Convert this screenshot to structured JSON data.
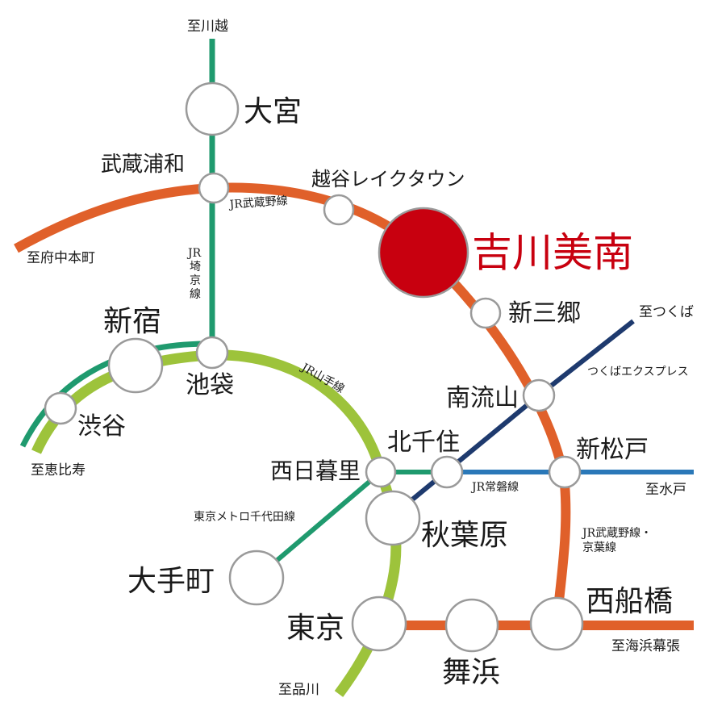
{
  "colors": {
    "saikyo": "#1f9a6e",
    "yamanote": "#9dc33b",
    "musashino": "#e0602a",
    "tx": "#1e3a6e",
    "joban": "#2a78b8",
    "highlight": "#c8000f",
    "chiyoda": "#1f9a6e"
  },
  "stations": {
    "omiya": "大宮",
    "musashiurawa": "武蔵浦和",
    "koshigaya": "越谷レイクタウン",
    "yoshikawaminami": "吉川美南",
    "shinmisato": "新三郷",
    "minaminagareyama": "南流山",
    "shinmatsudo": "新松戸",
    "nishifunabashi": "西船橋",
    "maihama": "舞浜",
    "tokyo": "東京",
    "otemachi": "大手町",
    "akihabara": "秋葉原",
    "nishinippori": "西日暮里",
    "kitasenju": "北千住",
    "ikebukuro": "池袋",
    "shinjuku": "新宿",
    "shibuya": "渋谷"
  },
  "lines": {
    "musashino": "JR武蔵野線",
    "saikyo_1": "JR",
    "saikyo_2": "埼",
    "saikyo_3": "京",
    "saikyo_4": "線",
    "yamanote": "JR山手線",
    "tx": "つくばエクスプレス",
    "joban": "JR常磐線",
    "musashino_keiyo_1": "JR武蔵野線・",
    "musashino_keiyo_2": "京葉線",
    "chiyoda": "東京メトロ千代田線"
  },
  "destinations": {
    "kawagoe": "至川越",
    "fuchuhonmachi": "至府中本町",
    "tsukuba": "至つくば",
    "mito": "至水戸",
    "ebisu": "至恵比寿",
    "shinagawa": "至品川",
    "kaihinmakuhari": "至海浜幕張"
  }
}
